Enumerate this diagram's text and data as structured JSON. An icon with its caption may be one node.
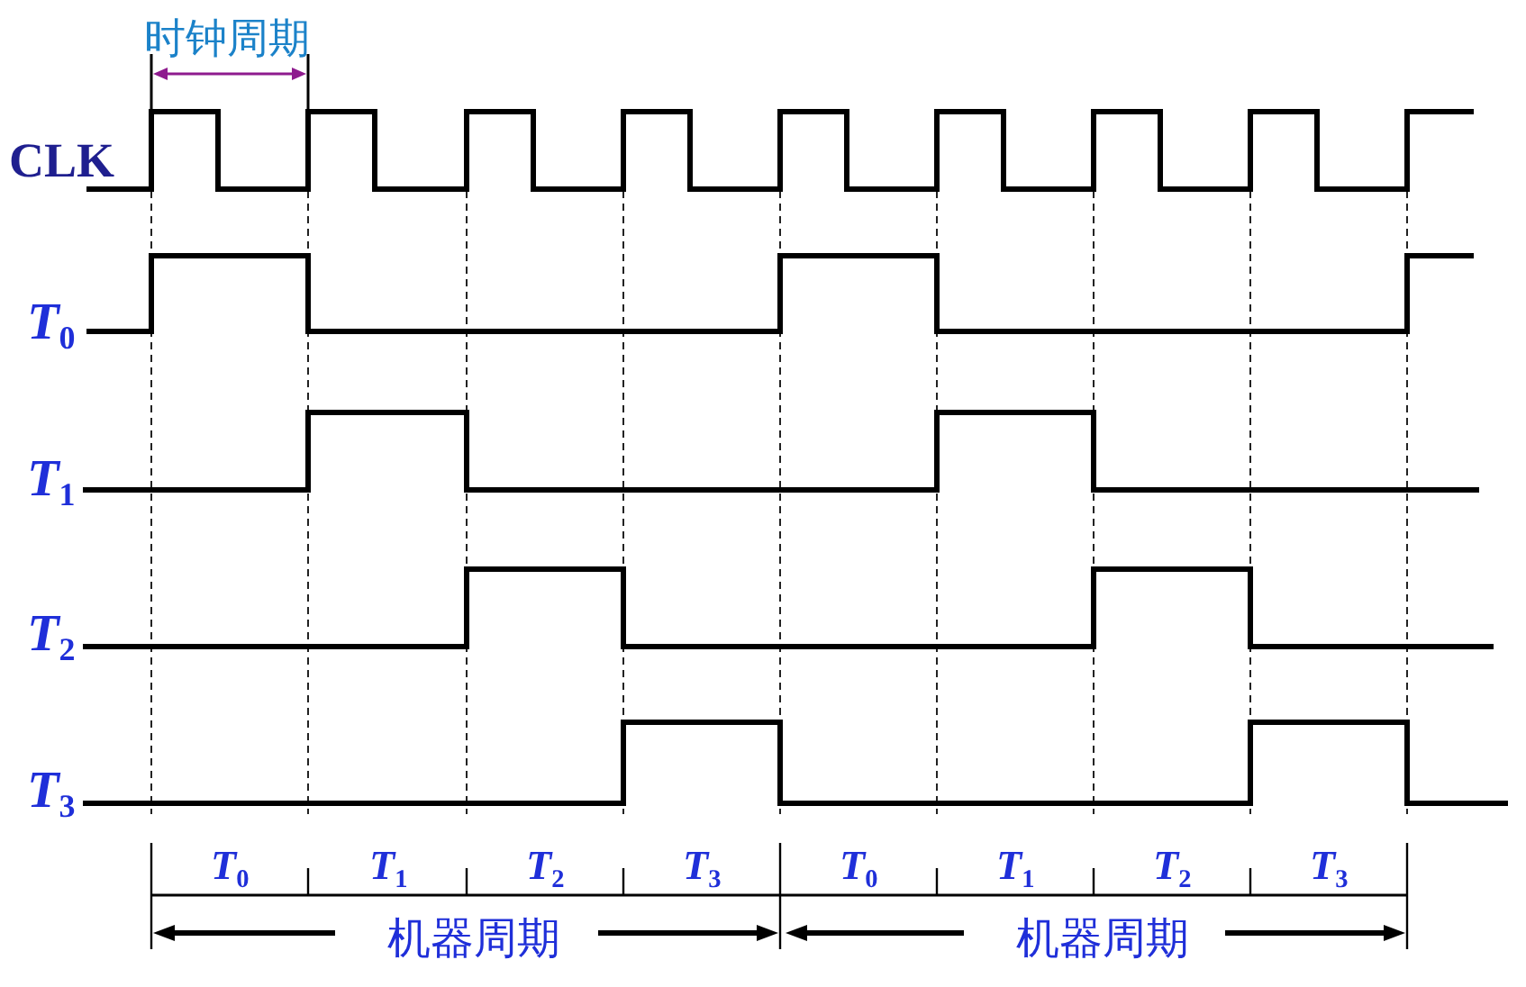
{
  "diagram": {
    "labels": [
      "时钟周期",
      "CLK",
      "*T*$_{0}$",
      "*T*$_{1}$",
      "*T*$_{2}$",
      "*T*$_{3}$",
      "*T*$_{0}$",
      "*T*$_{1}$",
      "*T*$_{2}$",
      "*T*$_{3}$",
      "*T*$_{0}$",
      "*T*$_{1}$",
      "*T*$_{2}$",
      "*T*$_{3}$",
      "机器周期",
      "机器周期"
    ]
  }
}
